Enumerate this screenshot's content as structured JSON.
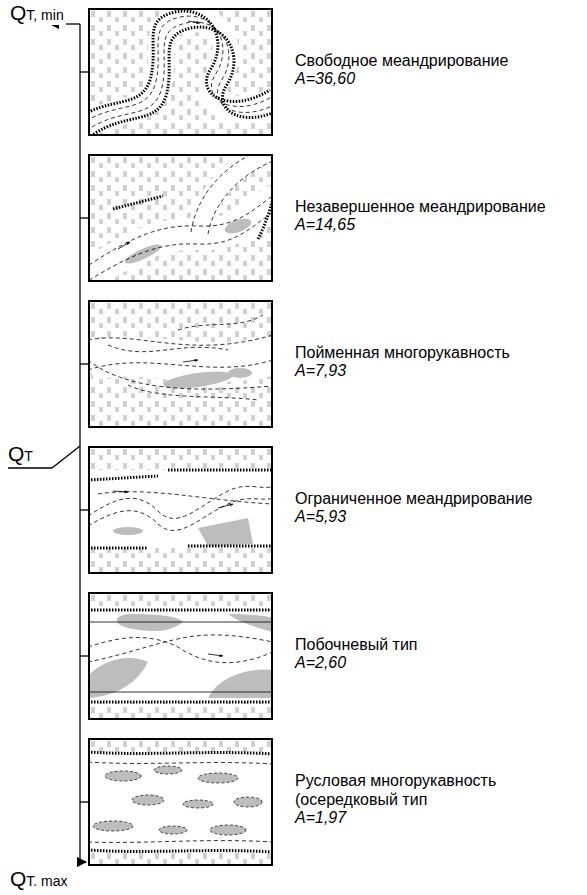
{
  "diagram": {
    "nodes": [
      {
        "text": [
          "Свободное меандрирование",
          "A=36,60"
        ]
      },
      {
        "text": [
          "Незавершенное меандрирование",
          "A=14,65"
        ]
      },
      {
        "text": [
          "Пойменная многорукавность",
          "A=7,93"
        ]
      },
      {
        "text": [
          "Ограниченное меандрирование",
          "A=5,93"
        ]
      },
      {
        "text": [
          "Побочневый тип",
          "A=2,60"
        ]
      },
      {
        "text": [
          "Русловая многорукавность (осередковый тип",
          "A=1,97"
        ]
      }
    ],
    "labels": [
      "QT, min",
      "QT",
      "QT. max"
    ]
  }
}
